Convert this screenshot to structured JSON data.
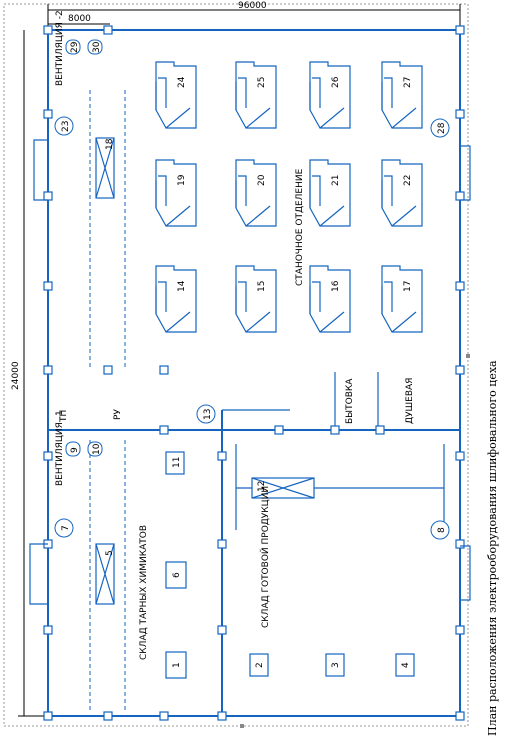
{
  "dimensions": {
    "width_mm": "96000",
    "height_mm": "24000",
    "bay_mm": "8000"
  },
  "sections": {
    "machine_shop": "СТАНОЧНОЕ ОТДЕЛЕНИЕ",
    "household": "БЫТОВКА",
    "shower": "ДУШЕВАЯ",
    "chem_storage": "СКЛАД ТАРНЫХ ХИМИКАТОВ",
    "finished_storage": "СКЛАД ГОТОВОЙ ПРОДУКЦИИ"
  },
  "labels": {
    "vent1": "ВЕНТИЛЯЦИЯ -1",
    "vent2": "ВЕНТИЛЯЦИЯ -2",
    "ru": "РУ",
    "vent_unit": "ТП"
  },
  "machines": [
    "14",
    "15",
    "16",
    "17",
    "19",
    "20",
    "21",
    "22",
    "24",
    "25",
    "26",
    "27"
  ],
  "boxes": [
    "1",
    "2",
    "3",
    "4",
    "6",
    "11"
  ],
  "cranes": [
    "5",
    "12",
    "18"
  ],
  "circle_labels": [
    "7",
    "8",
    "9",
    "10",
    "13",
    "23",
    "28",
    "29",
    "30"
  ],
  "caption": "План расположения электрооборудования шлифовального цеха"
}
